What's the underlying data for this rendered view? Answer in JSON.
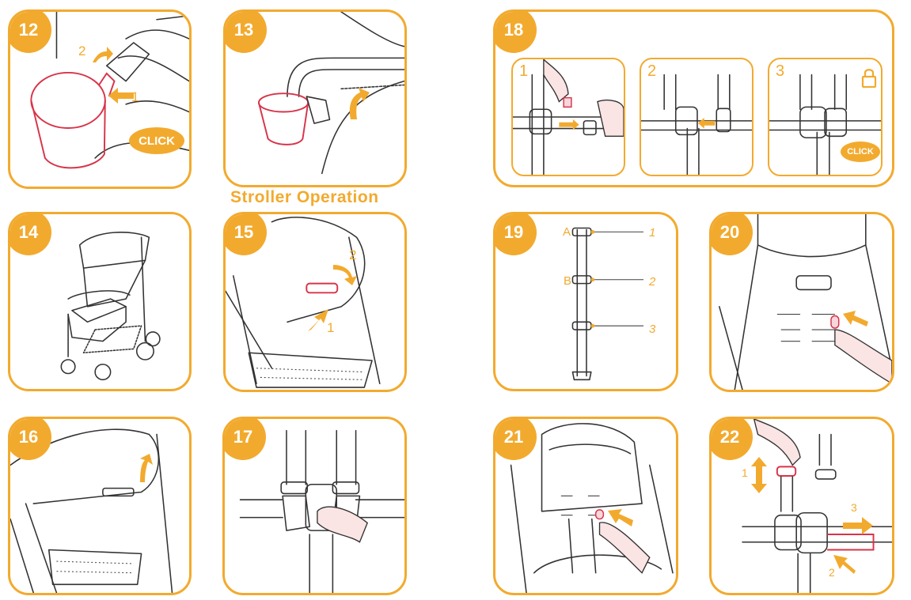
{
  "section_title": "Stroller Operation",
  "steps": {
    "s12": {
      "number": "12",
      "label_1": "1",
      "label_2": "2",
      "click": "CLICK"
    },
    "s13": {
      "number": "13"
    },
    "s14": {
      "number": "14"
    },
    "s15": {
      "number": "15",
      "label_1": "1",
      "label_2": "2"
    },
    "s16": {
      "number": "16"
    },
    "s17": {
      "number": "17"
    },
    "s18": {
      "number": "18",
      "sub1": "1",
      "sub2": "2",
      "sub3": "3",
      "click": "CLICK"
    },
    "s19": {
      "number": "19",
      "letter_a": "A",
      "letter_b": "B",
      "pos_1": "1",
      "pos_2": "2",
      "pos_3": "3"
    },
    "s20": {
      "number": "20"
    },
    "s21": {
      "number": "21"
    },
    "s22": {
      "number": "22",
      "label_1": "1",
      "label_2": "2",
      "label_3": "3"
    }
  },
  "colors": {
    "accent": "#f2aa2e",
    "highlight": "#d8344a"
  },
  "icons": [
    "padlock-icon",
    "arrow-icon"
  ]
}
